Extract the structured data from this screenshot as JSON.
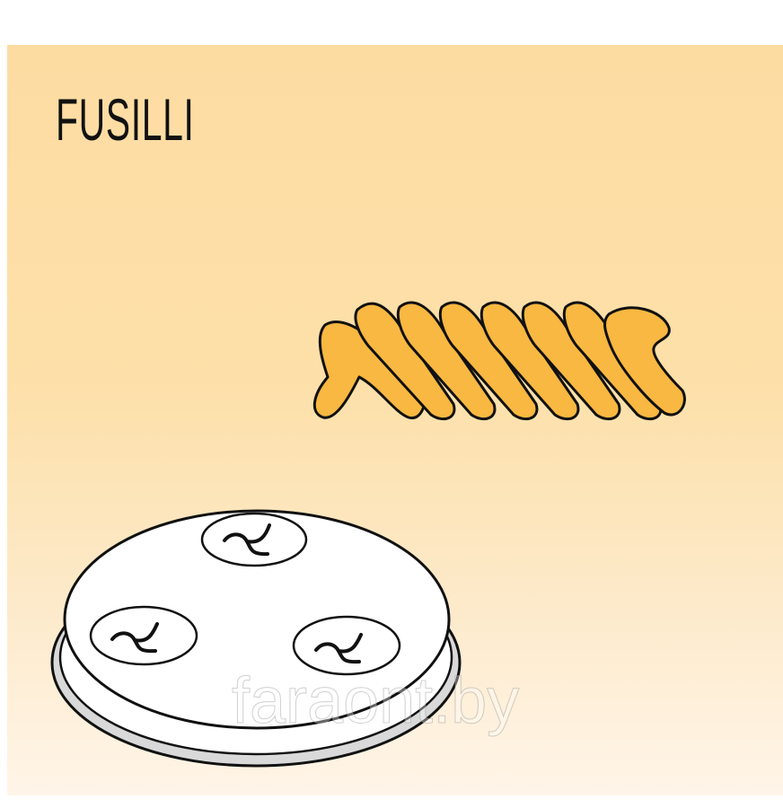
{
  "title": "FUSILLI",
  "watermark": "faraont.by",
  "colors": {
    "background_top": "#fddca2",
    "background_bottom": "#fff5e8",
    "pasta": "#f8b841",
    "die_face": "#ffffff",
    "die_rim": "#d9d9d9",
    "outline": "#111111"
  },
  "die": {
    "holes": 3,
    "hole_shape": "fusilli"
  }
}
